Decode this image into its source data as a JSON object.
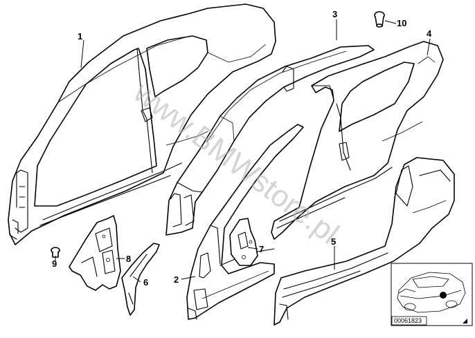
{
  "watermark": "www.BMWstore.pl",
  "reference_number": "00061823",
  "callouts": [
    "1",
    "2",
    "3",
    "4",
    "5",
    "6",
    "7",
    "8",
    "9",
    "10"
  ]
}
